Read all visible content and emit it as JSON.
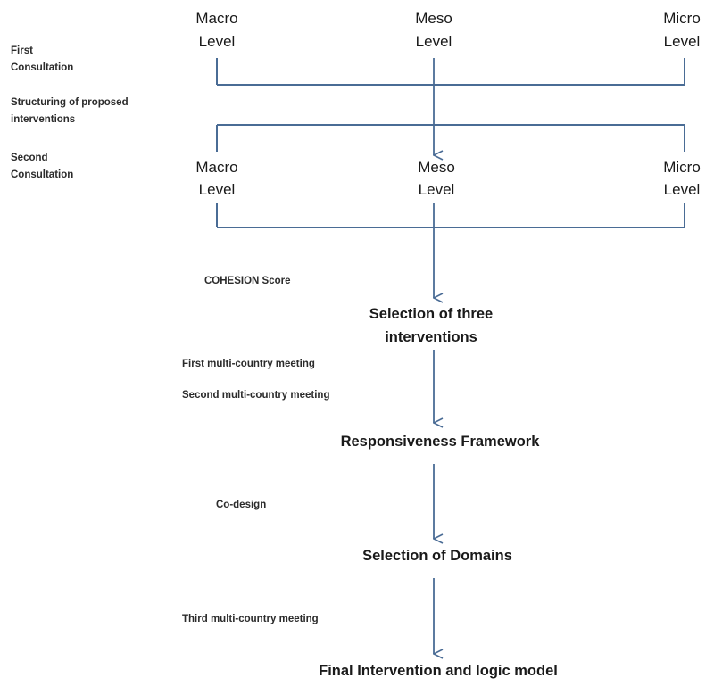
{
  "levels_top": {
    "macro": [
      "Macro",
      "Level"
    ],
    "meso": [
      "Meso",
      "Level"
    ],
    "micro": [
      "Micro",
      "Level"
    ]
  },
  "levels_second": {
    "macro": [
      "Macro",
      "Level"
    ],
    "meso": [
      "Meso",
      "Level"
    ],
    "micro": [
      "Micro",
      "Level"
    ]
  },
  "side_labels": {
    "first_consultation": [
      "First",
      "Consultation"
    ],
    "structuring": [
      "Structuring of proposed",
      "interventions"
    ],
    "second_consultation": [
      "Second",
      "Consultation"
    ],
    "cohesion_score": "COHESION Score",
    "first_multi_country": "First multi-country meeting",
    "second_multi_country": "Second multi-country meeting",
    "co_design": "Co-design",
    "third_multi_country": "Third multi-country meeting"
  },
  "nodes": {
    "selection_three": [
      "Selection of three",
      "interventions"
    ],
    "responsiveness": "Responsiveness Framework",
    "selection_domains": "Selection of Domains",
    "final": "Final Intervention and logic model"
  },
  "colors": {
    "connector": "#4a6c95",
    "text": "#1a1a1a"
  }
}
